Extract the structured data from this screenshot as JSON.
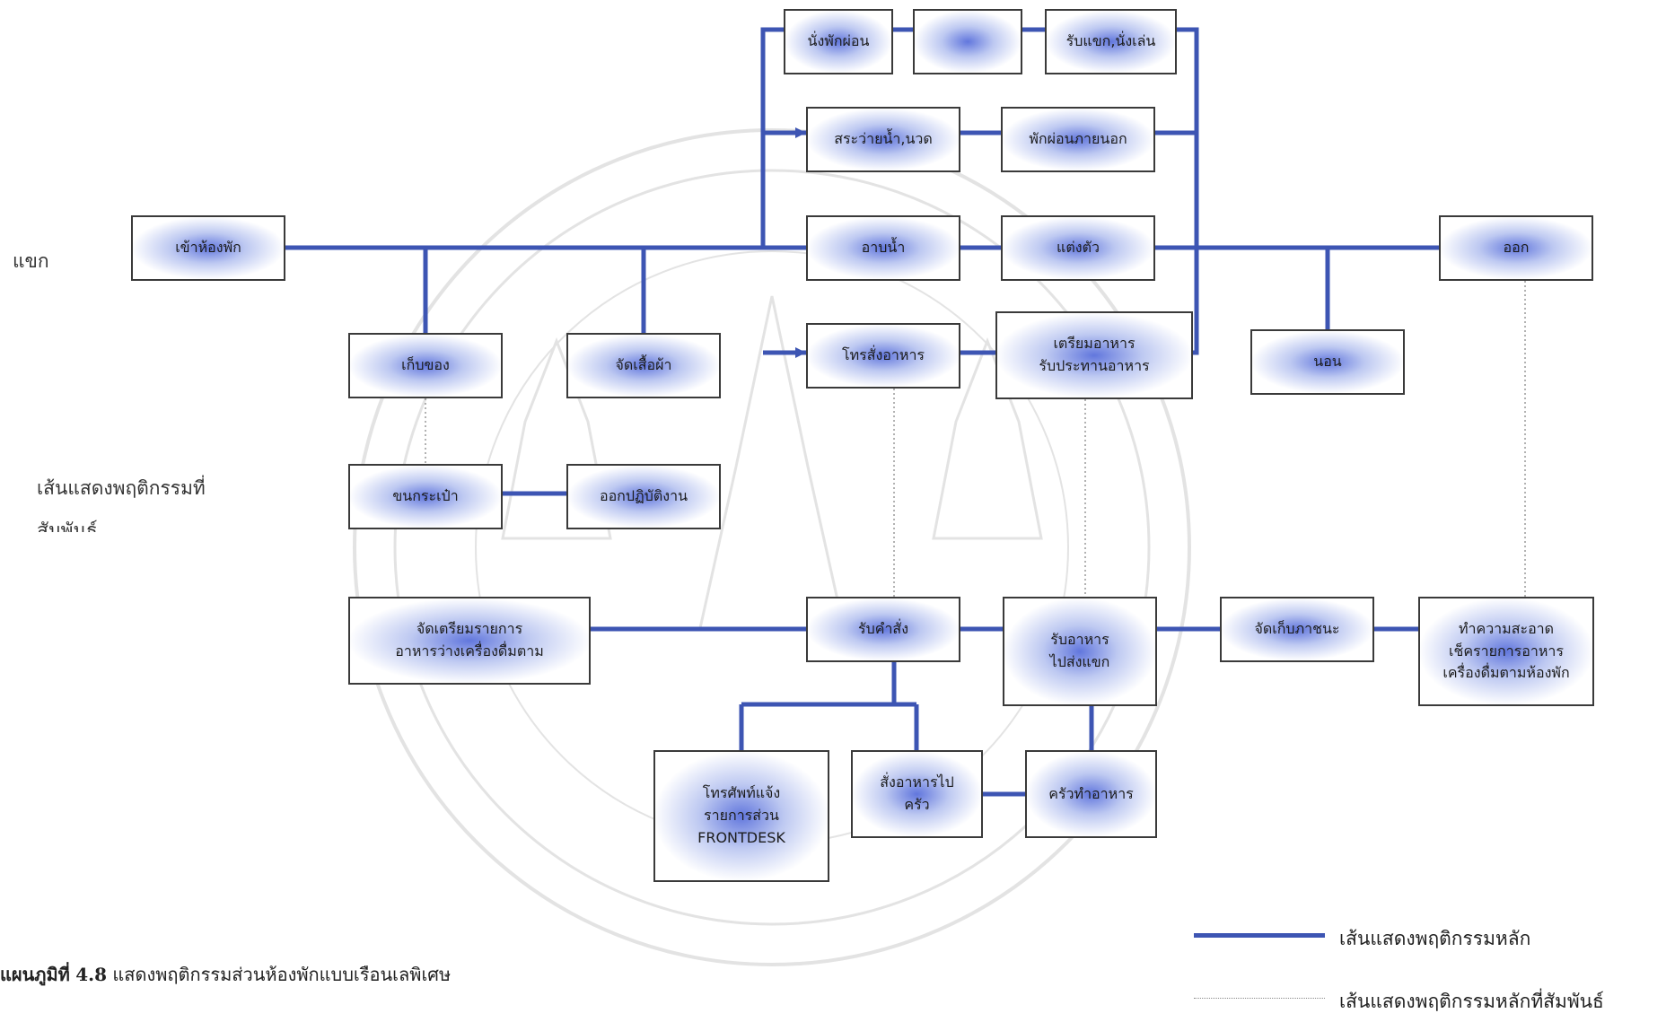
{
  "colors": {
    "main_line": "#3d55b3",
    "related_line": "#888888",
    "box_border": "#3a3a3a",
    "box_glow": "#465fd7"
  },
  "side_labels": {
    "guest": "แขก",
    "related_1": "เส้นแสดงพฤติกรรมที่",
    "related_2": "สัมพันธ์"
  },
  "caption": {
    "label": "แผนภูมิที่",
    "number": "4.8",
    "text": "แสดงพฤติกรรมส่วนห้องพักแบบเรือนเลพิเศษ"
  },
  "legend": {
    "main": "เส้นแสดงพฤติกรรมหลัก",
    "related": "เส้นแสดงพฤติกรรมหลักที่สัมพันธ์"
  },
  "boxes": {
    "check_in": [
      "เข้าห้องพัก"
    ],
    "sit_rest": [
      "นั่งพักผ่อน"
    ],
    "unlabeled": [
      ""
    ],
    "receive_guest": [
      "รับแขก,นั่งเล่น"
    ],
    "pool": [
      "สระว่ายน้ำ,นวด"
    ],
    "rest_outside": [
      "พักผ่อนภายนอก"
    ],
    "bath": [
      "อาบน้ำ"
    ],
    "dress": [
      "แต่งตัว"
    ],
    "order_phone": [
      "โทรสั่งอาหาร"
    ],
    "prepare_food": [
      "เตรียมอาหาร",
      "รับประทานอาหาร"
    ],
    "store_items": [
      "เก็บของ"
    ],
    "arrange_clothes": [
      "จัดเสื้อผ้า"
    ],
    "sleep": [
      "นอน"
    ],
    "check_out": [
      "ออก"
    ],
    "carry_luggage": [
      "ขนกระเป๋า"
    ],
    "work_duty": [
      "ออกปฏิบัติงาน"
    ],
    "prepare_list": [
      "จัดเตรียมรายการ",
      "อาหารว่างเครื่องดื่มตาม"
    ],
    "receive_order": [
      "รับคำสั่ง"
    ],
    "deliver_food": [
      "รับอาหาร",
      "ไปส่งแขก"
    ],
    "collect_dishes": [
      "จัดเก็บภาชนะ"
    ],
    "clean_check": [
      "ทำความสะอาด",
      "เช็ครายการอาหาร",
      "เครื่องดื่มตามห้องพัก"
    ],
    "phone_frontdesk": [
      "โทรศัพท์แจ้ง",
      "รายการส่วน",
      "FRONTDESK"
    ],
    "order_kitchen": [
      "สั่งอาหารไป",
      "ครัว"
    ],
    "kitchen_cook": [
      "ครัวทำอาหาร"
    ]
  }
}
